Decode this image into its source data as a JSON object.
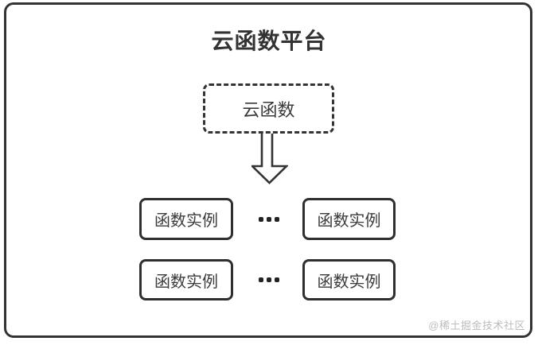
{
  "diagram": {
    "title": "云函数平台",
    "source_node": {
      "label": "云函数"
    },
    "instances": [
      {
        "label": "函数实例"
      },
      {
        "label": "函数实例"
      },
      {
        "label": "函数实例"
      },
      {
        "label": "函数实例"
      }
    ],
    "ellipsis_meaning": "more-instances",
    "watermark": "@稀土掘金技术社区",
    "colors": {
      "border": "#333333",
      "text": "#3a3a3a",
      "watermark": "#bcbcbc",
      "background": "#ffffff"
    }
  }
}
